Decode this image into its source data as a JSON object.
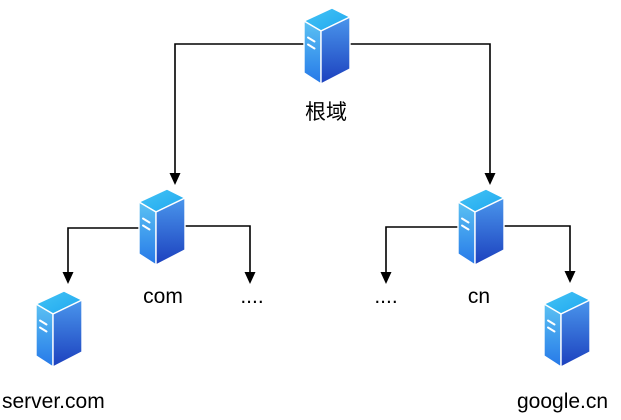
{
  "diagram": {
    "type": "dns-hierarchy-tree",
    "nodes": {
      "root": {
        "label": "根域",
        "level": "root"
      },
      "com": {
        "label": "com",
        "level": "tld"
      },
      "com_other": {
        "label": "....",
        "level": "tld"
      },
      "cn_other": {
        "label": "....",
        "level": "tld"
      },
      "cn": {
        "label": "cn",
        "level": "tld"
      },
      "server_com": {
        "label": "server.com",
        "level": "host"
      },
      "google_cn": {
        "label": "google.cn",
        "level": "host"
      }
    },
    "edges": [
      {
        "from": "root",
        "to": "com"
      },
      {
        "from": "root",
        "to": "cn"
      },
      {
        "from": "com",
        "to": "server_com"
      },
      {
        "from": "com",
        "to": "com_other"
      },
      {
        "from": "cn",
        "to": "cn_other"
      },
      {
        "from": "cn",
        "to": "google_cn"
      }
    ],
    "colors": {
      "background": "#ffffff",
      "text": "#000000",
      "connector": "#000000",
      "server_top_light": "#45c4f5",
      "server_top_dark": "#1ea7ef",
      "server_left_top": "#5bc2f3",
      "server_left_bottom": "#2678e8",
      "server_right_top": "#4a96ec",
      "server_right_bottom": "#1c40be",
      "server_edge": "#ffffff"
    }
  }
}
